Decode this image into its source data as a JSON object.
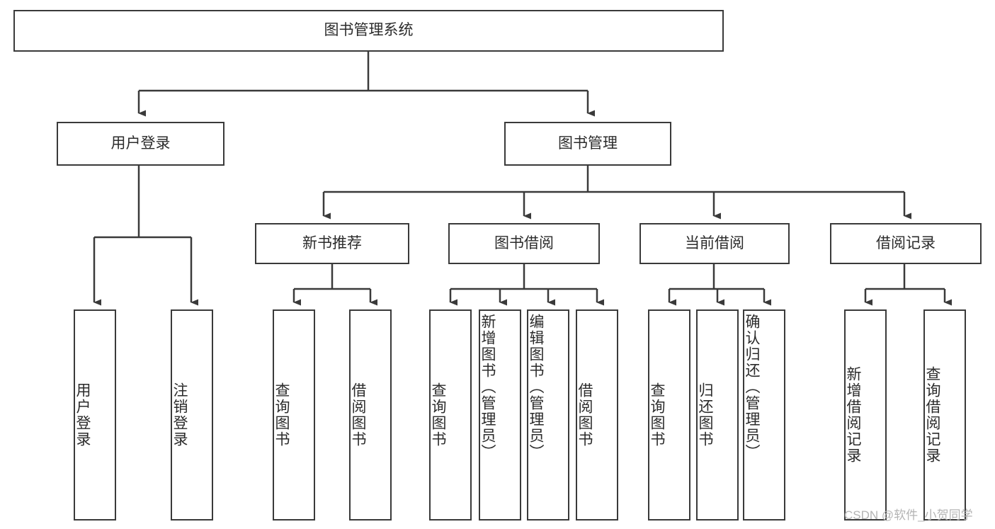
{
  "diagram": {
    "title": "图书管理系统",
    "type": "tree-hierarchy-diagram",
    "colors": {
      "box_border": "#3a3a3a",
      "box_fill": "#ffffff",
      "edge": "#3a3a3a",
      "text": "#2b2b2b",
      "watermark": "#b4b4b4",
      "background": "#ffffff"
    },
    "root": {
      "label": "图书管理系统"
    },
    "level2": [
      {
        "label": "用户登录"
      },
      {
        "label": "图书管理"
      }
    ],
    "level3": [
      {
        "label": "新书推荐"
      },
      {
        "label": "图书借阅"
      },
      {
        "label": "当前借阅"
      },
      {
        "label": "借阅记录"
      }
    ],
    "leaves": {
      "user_login": [
        {
          "label": "用户登录"
        },
        {
          "label": "注销登录"
        }
      ],
      "new_book_recommend": [
        {
          "label": "查询图书"
        },
        {
          "label": "借阅图书"
        }
      ],
      "book_borrow": [
        {
          "label": "查询图书"
        },
        {
          "label": "新增图书（管理员）"
        },
        {
          "label": "编辑图书（管理员）"
        },
        {
          "label": "借阅图书"
        }
      ],
      "current_borrow": [
        {
          "label": "查询图书"
        },
        {
          "label": "归还图书"
        },
        {
          "label": "确认归还（管理员）"
        }
      ],
      "borrow_record": [
        {
          "label": "新增借阅记录"
        },
        {
          "label": "查询借阅记录"
        }
      ]
    },
    "watermark": "CSDN @软件_小贺同学"
  }
}
